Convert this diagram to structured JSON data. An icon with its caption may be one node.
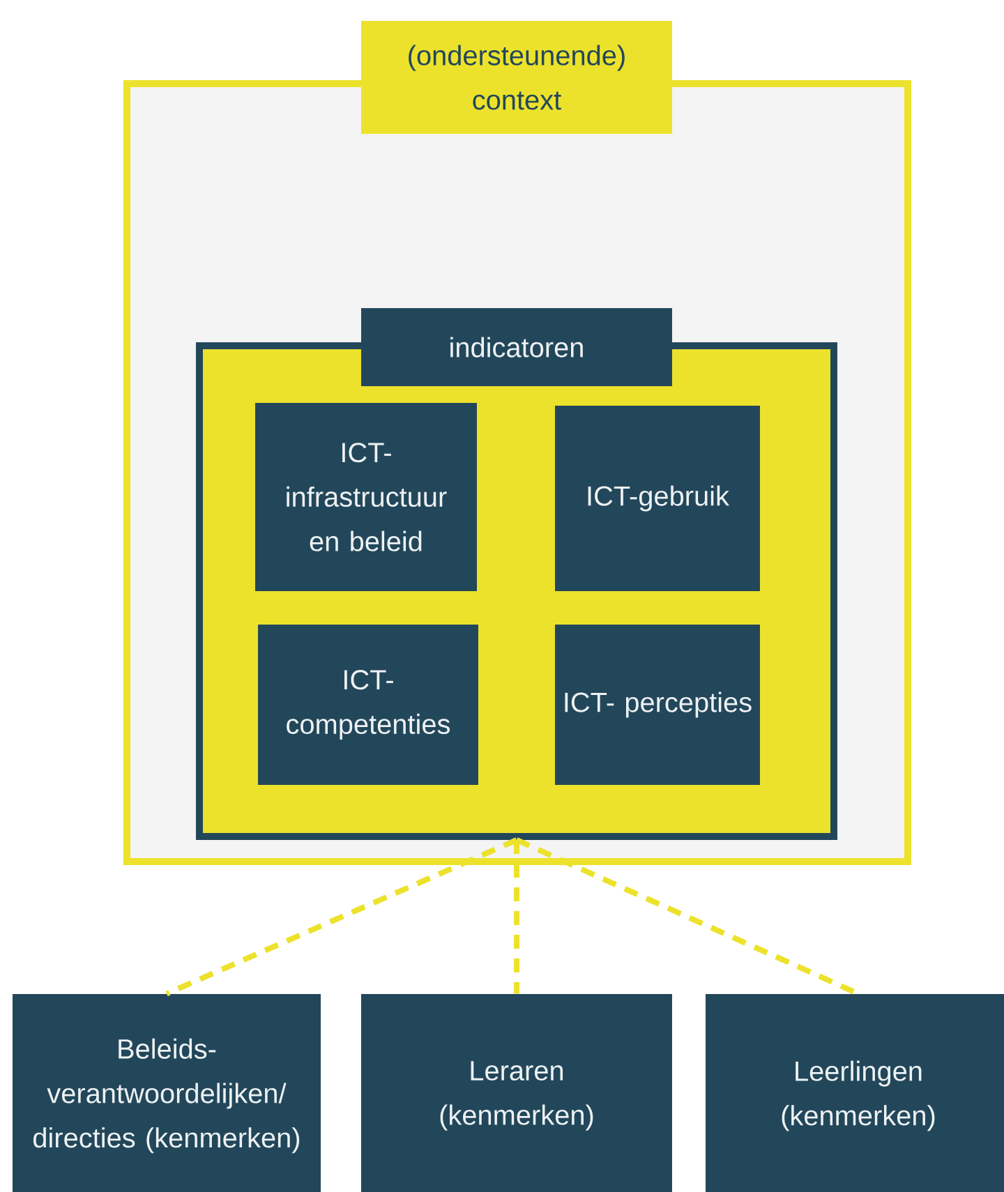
{
  "diagram": {
    "nodes": [
      {
        "text": [
          "(ondersteunende) context"
        ]
      },
      {
        "text": [
          "indicatoren"
        ],
        "in": 0
      },
      {
        "text": [
          "ICT- infrastructuur en beleid"
        ],
        "in": 1
      },
      {
        "text": [
          "ICT-gebruik"
        ],
        "in": 1
      },
      {
        "text": [
          "ICT- competenties"
        ],
        "in": 1
      },
      {
        "text": [
          "ICT- percepties"
        ],
        "in": 1
      },
      {
        "text": [
          "Beleids- verantwoordelijken/ directies (kenmerken)"
        ]
      },
      {
        "text": [
          "Leraren (kenmerken)"
        ]
      },
      {
        "text": [
          "Leerlingen (kenmerken)"
        ]
      }
    ],
    "edges": [
      {
        "from": 1,
        "to": 6,
        "arrow": "none",
        "style": "dashed"
      },
      {
        "from": 1,
        "to": 7,
        "arrow": "none",
        "style": "dashed"
      },
      {
        "from": 1,
        "to": 8,
        "arrow": "none",
        "style": "dashed"
      }
    ]
  }
}
